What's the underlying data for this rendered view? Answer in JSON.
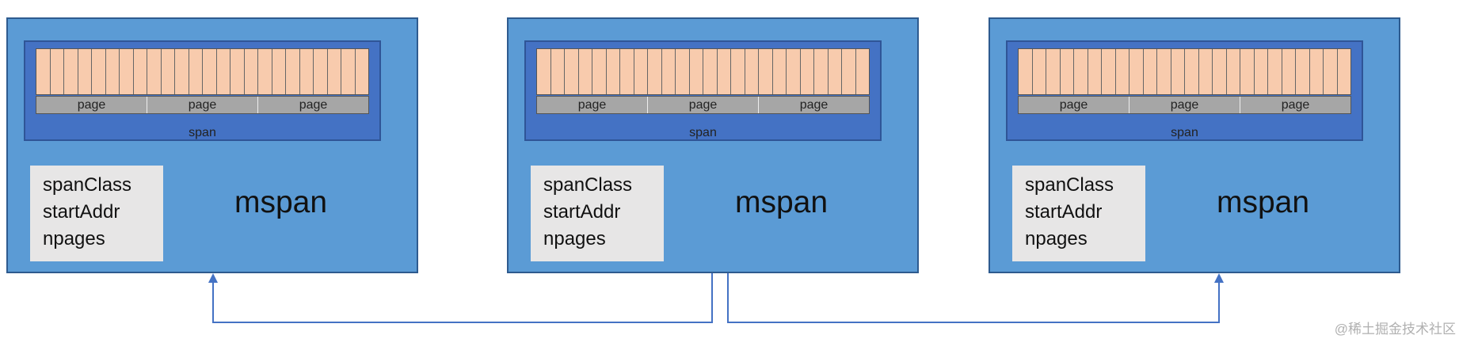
{
  "mspans": [
    {
      "fields": [
        "spanClass",
        "startAddr",
        "npages"
      ],
      "label": "mspan",
      "span_label": "span",
      "pages": [
        "page",
        "page",
        "page"
      ]
    },
    {
      "fields": [
        "spanClass",
        "startAddr",
        "npages"
      ],
      "label": "mspan",
      "span_label": "span",
      "pages": [
        "page",
        "page",
        "page"
      ]
    },
    {
      "fields": [
        "spanClass",
        "startAddr",
        "npages"
      ],
      "label": "mspan",
      "span_label": "span",
      "pages": [
        "page",
        "page",
        "page"
      ]
    }
  ],
  "watermark": "@稀土掘金技术社区",
  "colors": {
    "mspan_fill": "#5b9bd5",
    "span_fill": "#4472c4",
    "cell_fill": "#f8cbad",
    "page_fill": "#a6a6a6",
    "field_fill": "#e7e6e6",
    "arrow": "#4472c4"
  }
}
